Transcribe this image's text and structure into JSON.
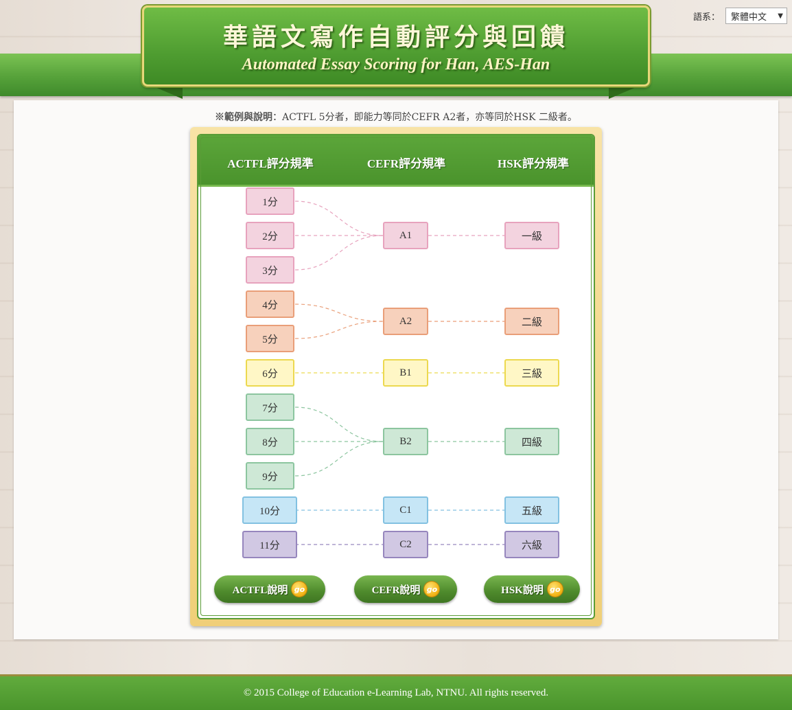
{
  "header": {
    "title": "華語文寫作自動評分與回饋",
    "subtitle": "Automated Essay Scoring for Han, AES-Han"
  },
  "language": {
    "label": "語系：",
    "selected": "繁體中文",
    "arrow": "▼"
  },
  "note": {
    "prefix": "※範例與說明",
    "text": "：ACTFL 5分者，即能力等同於CEFR A2者，亦等同於HSK 二級者。"
  },
  "table": {
    "headers": [
      "ACTFL評分規準",
      "CEFR評分規準",
      "HSK評分規準"
    ],
    "actfl": [
      "1分",
      "2分",
      "3分",
      "4分",
      "5分",
      "6分",
      "7分",
      "8分",
      "9分",
      "10分",
      "11分"
    ],
    "cefr": [
      "A1",
      "A2",
      "B1",
      "B2",
      "C1",
      "C2"
    ],
    "hsk": [
      "一級",
      "二級",
      "三級",
      "四級",
      "五級",
      "六級"
    ],
    "mapping": [
      0,
      0,
      0,
      1,
      1,
      2,
      3,
      3,
      3,
      4,
      5
    ],
    "colors": [
      "#e7a2bd",
      "#e99e78",
      "#ecd94f",
      "#8cc59f",
      "#82c1e1",
      "#9686bd"
    ]
  },
  "buttons": [
    {
      "label": "ACTFL說明",
      "icon": "go"
    },
    {
      "label": "CEFR說明",
      "icon": "go"
    },
    {
      "label": "HSK說明",
      "icon": "go"
    }
  ],
  "footer": {
    "copyright": "© 2015 College of Education e-Learning Lab, NTNU. All rights reserved."
  }
}
